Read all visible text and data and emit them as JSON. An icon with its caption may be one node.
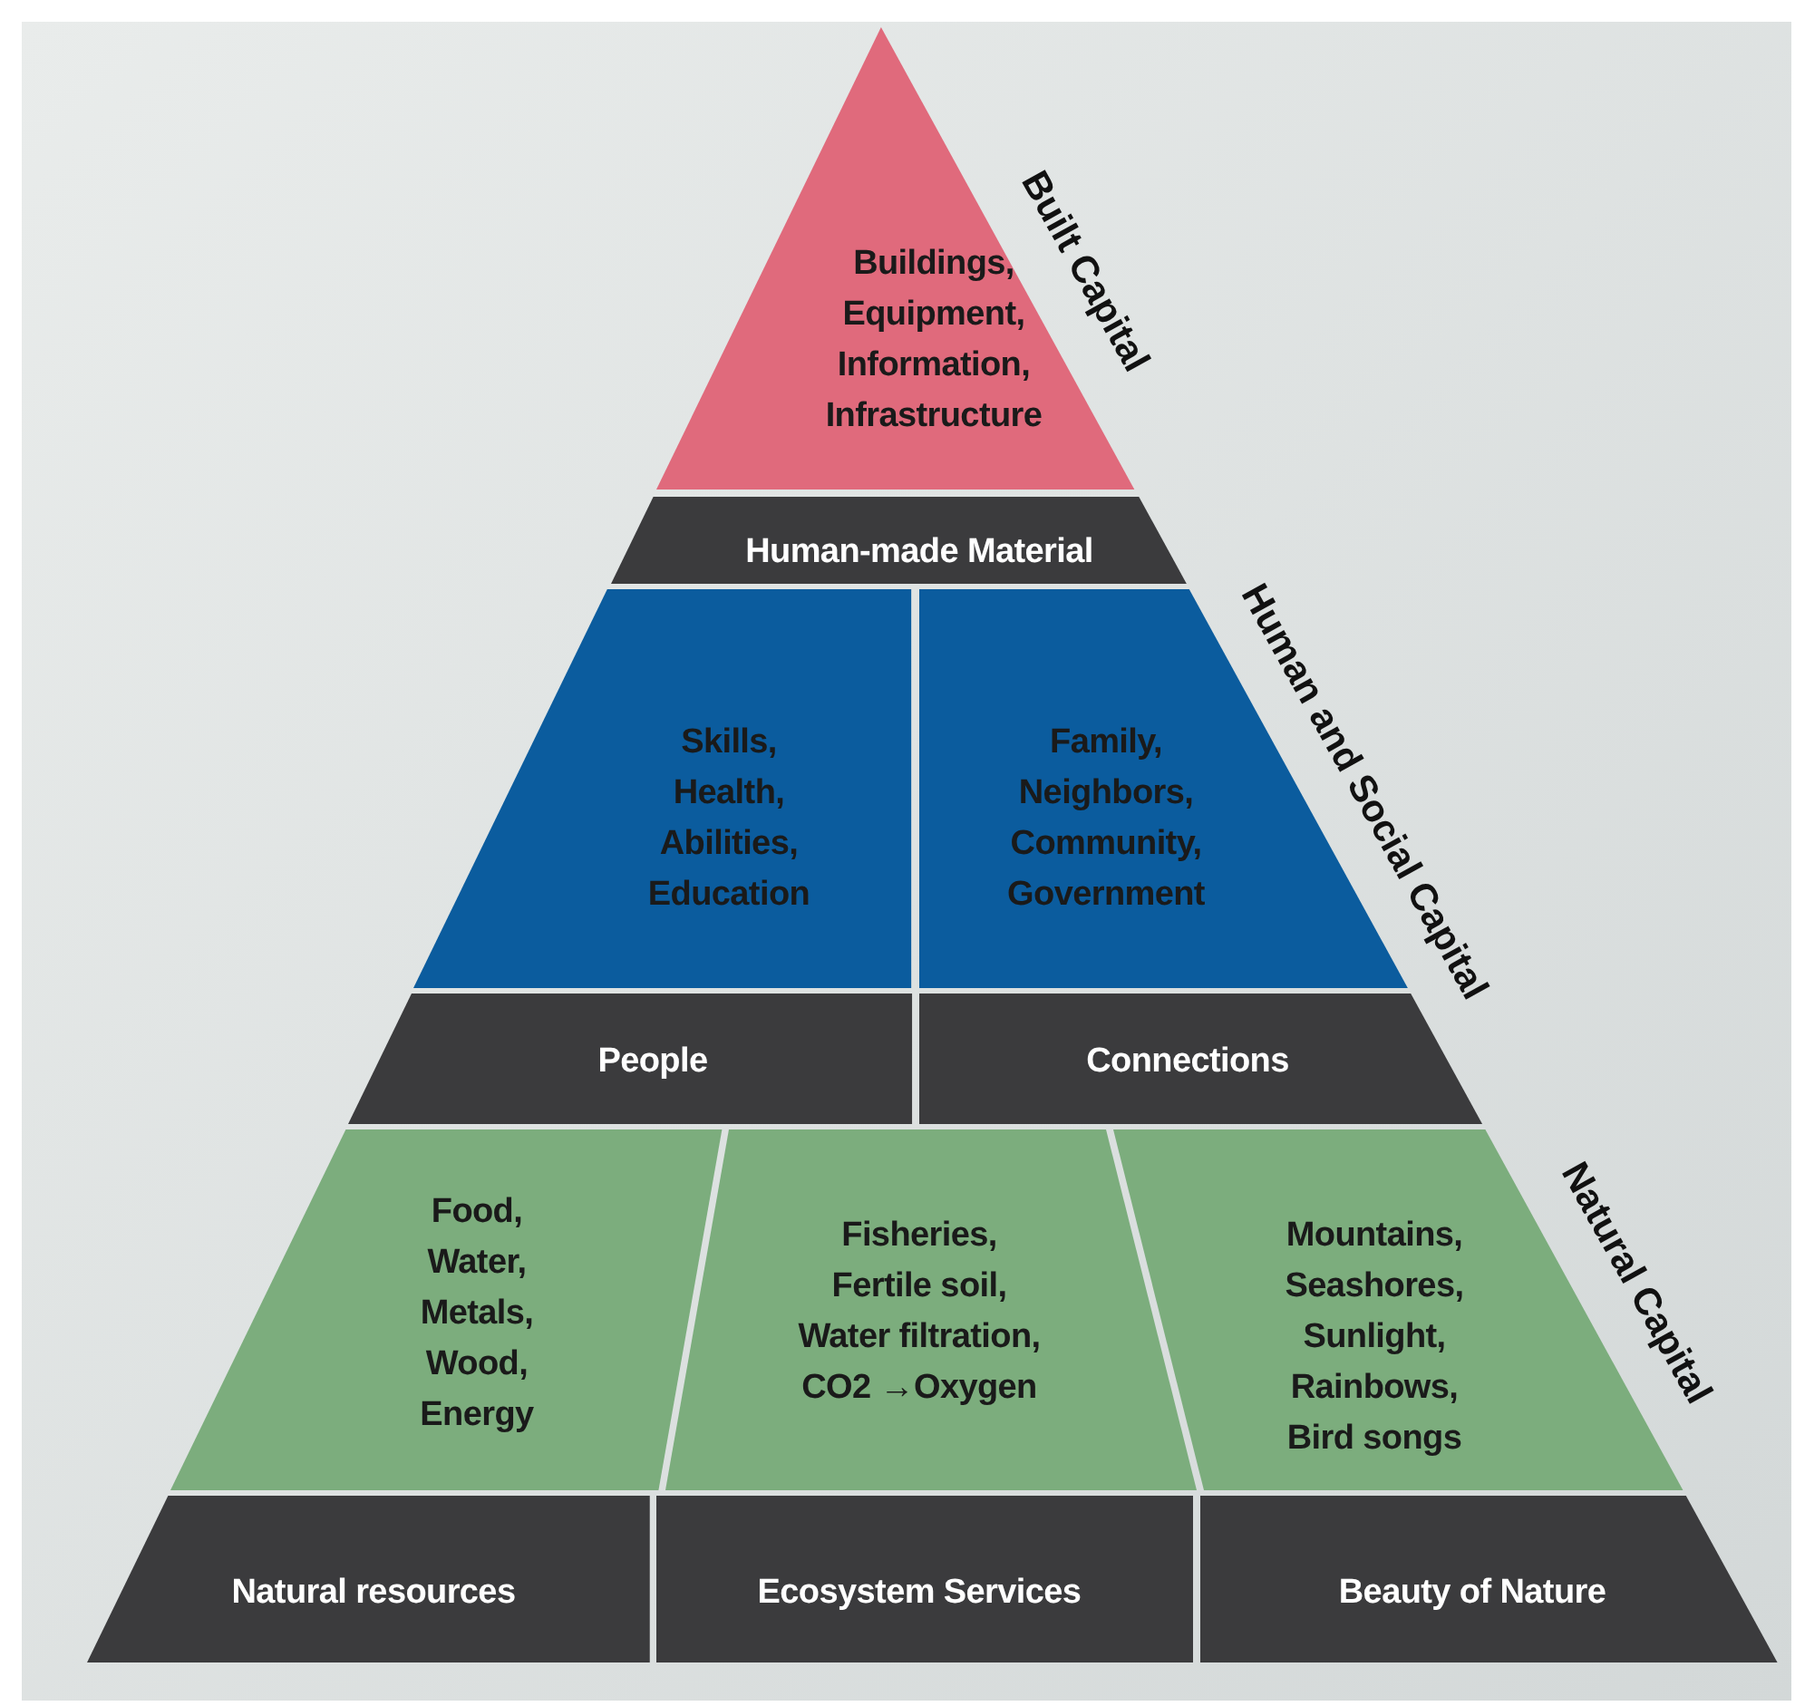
{
  "diagram": {
    "nodes": [
      {
        "text": [
          "Buildings, Equipment, Information, Infrastructure"
        ]
      },
      {
        "text": [
          "Human-made Material"
        ]
      },
      {
        "text": [
          "Skills, Health, Abilities, Education"
        ]
      },
      {
        "text": [
          "Family, Neighbors, Community, Government"
        ]
      },
      {
        "text": [
          "People"
        ]
      },
      {
        "text": [
          "Connections"
        ]
      },
      {
        "text": [
          "Food, Water, Metals, Wood, Energy"
        ]
      },
      {
        "text": [
          "Fisheries, Fertile soil, Water filtration, CO2 →Oxygen"
        ]
      },
      {
        "text": [
          "Mountains, Seashores, Sunlight, Rainbows, Bird songs"
        ]
      },
      {
        "text": [
          "Natural resources"
        ]
      },
      {
        "text": [
          "Ecosystem Services"
        ]
      },
      {
        "text": [
          "Beauty of Nature"
        ]
      }
    ],
    "labels": [
      "Built Capital",
      "Human and Social Capital",
      "Natural Capital"
    ]
  }
}
